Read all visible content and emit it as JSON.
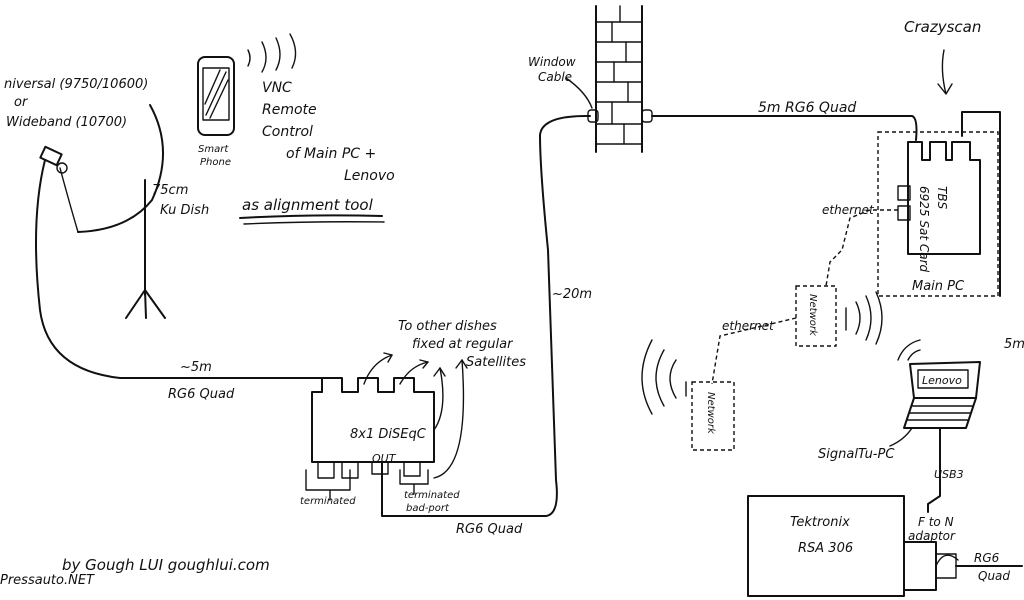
{
  "labels": {
    "lnb": [
      "niversal (9750/10600)",
      "or",
      "Wideband (10700)"
    ],
    "dish": [
      "75cm",
      "Ku Dish"
    ],
    "cable_5m": [
      "~5m",
      "RG6 Quad"
    ],
    "phone": [
      "Smart",
      "Phone"
    ],
    "vnc": [
      "VNC",
      "Remote",
      "Control",
      "of Main PC +",
      "Lenovo"
    ],
    "alignment": "as alignment tool",
    "diseqc": "8x1 DiSEqC",
    "diseqc_out": "OUT",
    "terminated": "terminated",
    "terminated_bad": [
      "terminated",
      "bad-port"
    ],
    "other_dishes": [
      "To other dishes",
      "fixed at regular",
      "Satellites"
    ],
    "cable_bottom": "RG6 Quad",
    "cable_20m": "~20m",
    "window_cable": [
      "Window",
      "Cable"
    ],
    "cable_5m_top": "5m  RG6 Quad",
    "crazyscan": "Crazyscan",
    "tbs": [
      "TBS",
      "6925 Sat Card"
    ],
    "main_pc": "Main PC",
    "ethernet_top": "ethernet",
    "network_1": "Network",
    "ethernet_mid": "ethernet",
    "network_2": "Network",
    "lenovo": "Lenovo",
    "signaltuner": "SignalTu-PC",
    "usb3": "USB3",
    "tektronix": [
      "Tektronix",
      "RSA 306"
    ],
    "f_to_n": [
      "F to N",
      "adaptor"
    ],
    "rg6_right": [
      "RG6",
      "Quad"
    ],
    "five_m_right": "5m",
    "author": "by Gough LUI   goughlui.com",
    "watermark": "Pressauto.NET"
  }
}
